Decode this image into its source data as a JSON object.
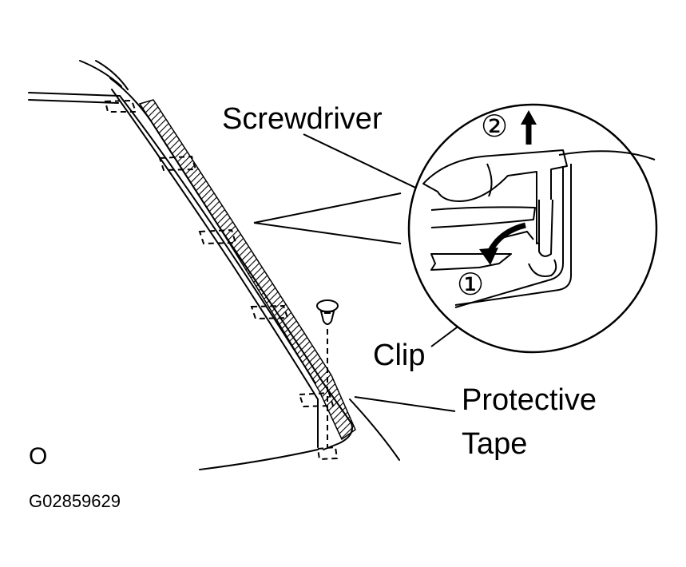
{
  "labels": {
    "screwdriver": "Screwdriver",
    "clip": "Clip",
    "protective_tape_line1": "Protective",
    "protective_tape_line2": "Tape",
    "step_1": "①",
    "step_2": "②",
    "corner_mark": "O",
    "figure_code": "G02859629"
  },
  "colors": {
    "ink": "#000000",
    "paper": "#ffffff"
  }
}
